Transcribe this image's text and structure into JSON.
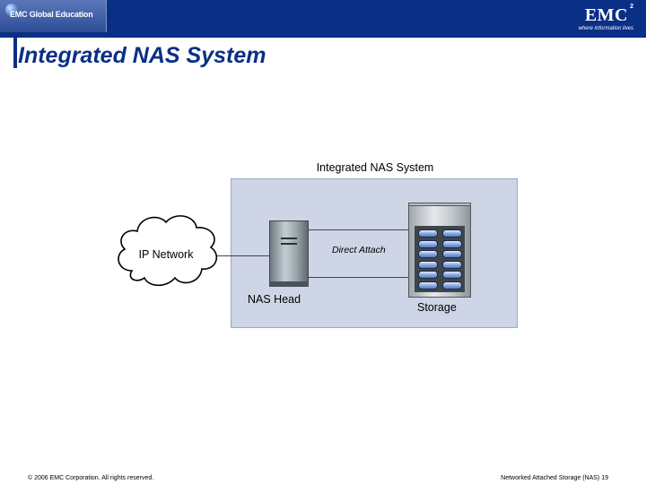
{
  "header": {
    "left_logo_text": "EMC Global Education",
    "brand_word": "EMC",
    "brand_superscript": "2",
    "brand_tagline": "where information lives"
  },
  "page": {
    "title": "Integrated NAS System"
  },
  "diagram": {
    "title": "Integrated NAS System",
    "nodes": {
      "ip_network": "IP Network",
      "nas_head": "NAS Head",
      "storage": "Storage"
    },
    "edge_label": "Direct Attach"
  },
  "footer": {
    "copyright": "© 2006 EMC Corporation. All rights reserved.",
    "page_info": "Networked Attached Storage (NAS) 19"
  },
  "colors": {
    "header_blue": "#0a2f86",
    "system_box": "#cdd5e6"
  }
}
